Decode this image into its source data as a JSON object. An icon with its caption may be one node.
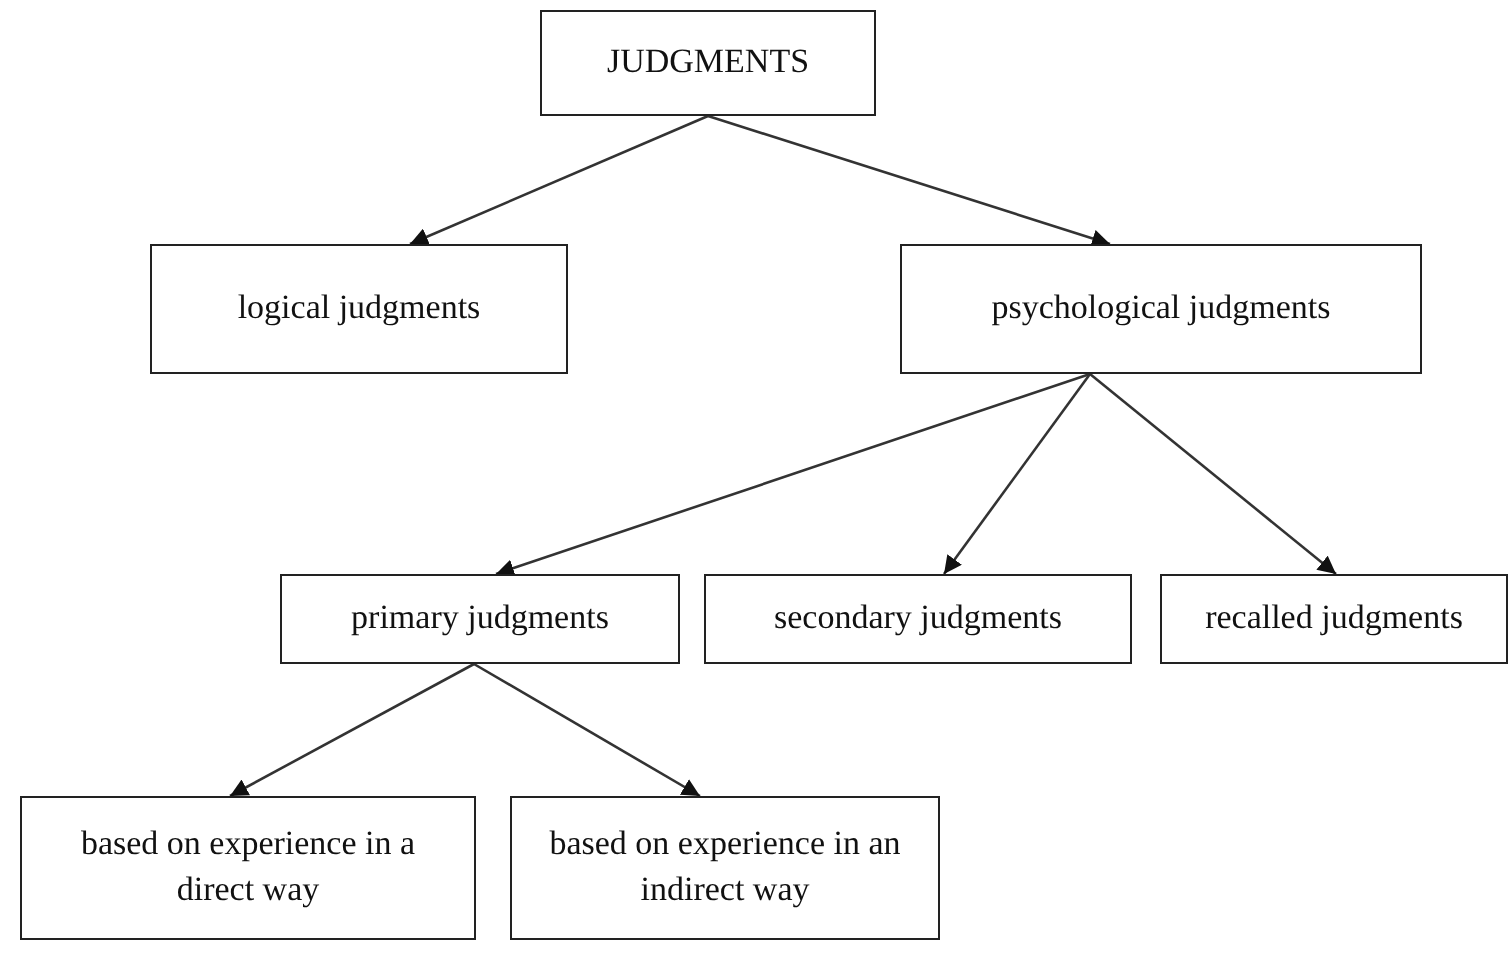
{
  "diagram": {
    "nodes": [
      {
        "text": [
          "JUDGMENTS"
        ]
      },
      {
        "text": [
          "logical judgments"
        ]
      },
      {
        "text": [
          "psychological judgments"
        ]
      },
      {
        "text": [
          "primary judgments"
        ]
      },
      {
        "text": [
          "secondary judgments"
        ]
      },
      {
        "text": [
          "recalled judgments"
        ]
      },
      {
        "text": [
          "based on experience in a direct way"
        ]
      },
      {
        "text": [
          "based on experience in an indirect way"
        ]
      }
    ],
    "edges": [
      {
        "from": 0,
        "to": 1,
        "arrow": "to"
      },
      {
        "from": 0,
        "to": 2,
        "arrow": "to"
      },
      {
        "from": 2,
        "to": 3,
        "arrow": "to"
      },
      {
        "from": 2,
        "to": 4,
        "arrow": "to"
      },
      {
        "from": 2,
        "to": 5,
        "arrow": "to"
      },
      {
        "from": 3,
        "to": 6,
        "arrow": "to"
      },
      {
        "from": 3,
        "to": 7,
        "arrow": "to"
      }
    ]
  }
}
